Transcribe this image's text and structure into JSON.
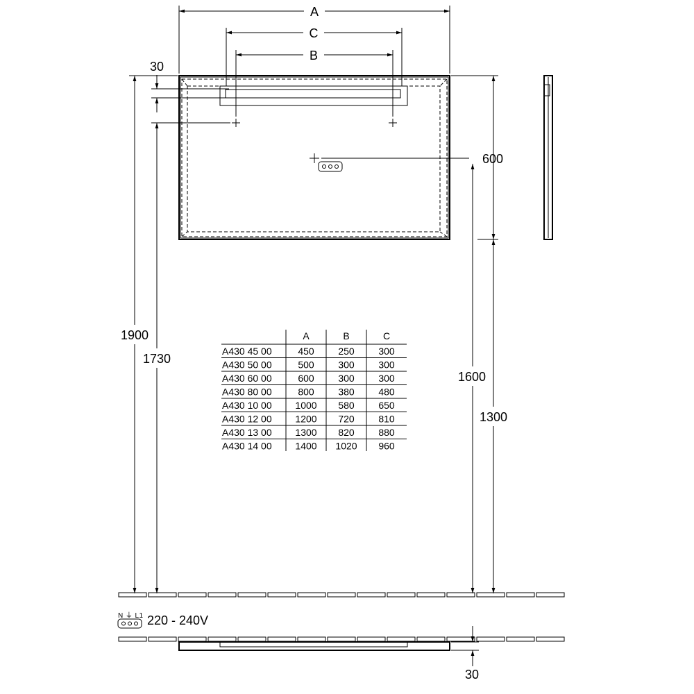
{
  "dimensions": {
    "width_a": "A",
    "width_c": "C",
    "width_b": "B",
    "top_offset": "30",
    "mirror_height": "600",
    "total_height": "1900",
    "hole_height": "1730",
    "center_height": "1600",
    "bottom_height": "1300",
    "bottom_offset": "30"
  },
  "power": {
    "terminal_label": "N ⏚ L1",
    "voltage": "220 - 240V"
  },
  "table": {
    "headers": [
      "",
      "A",
      "B",
      "C"
    ],
    "rows": [
      [
        "A430 45 00",
        "450",
        "250",
        "300"
      ],
      [
        "A430 50 00",
        "500",
        "300",
        "300"
      ],
      [
        "A430 60 00",
        "600",
        "300",
        "300"
      ],
      [
        "A430 80 00",
        "800",
        "380",
        "480"
      ],
      [
        "A430 10 00",
        "1000",
        "580",
        "650"
      ],
      [
        "A430 12 00",
        "1200",
        "720",
        "810"
      ],
      [
        "A430 13 00",
        "1300",
        "820",
        "880"
      ],
      [
        "A430 14 00",
        "1400",
        "1020",
        "960"
      ]
    ]
  }
}
